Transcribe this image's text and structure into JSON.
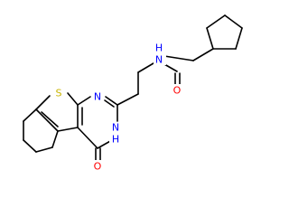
{
  "molecule": {
    "atoms": {
      "S": {
        "text": "S",
        "color": "#c8b400"
      },
      "N_ring": {
        "text": "N",
        "color": "#0000ff"
      },
      "NH_ring": {
        "text": "N",
        "color": "#0000ff"
      },
      "H_ring": {
        "text": "H",
        "color": "#0000ff"
      },
      "O_amide": {
        "text": "O",
        "color": "#ff0000"
      },
      "O_ketone": {
        "text": "O",
        "color": "#ff0000"
      },
      "N_amide": {
        "text": "N",
        "color": "#0000ff"
      },
      "H_amide": {
        "text": "H",
        "color": "#0000ff"
      }
    },
    "bond_color": "#000000"
  }
}
